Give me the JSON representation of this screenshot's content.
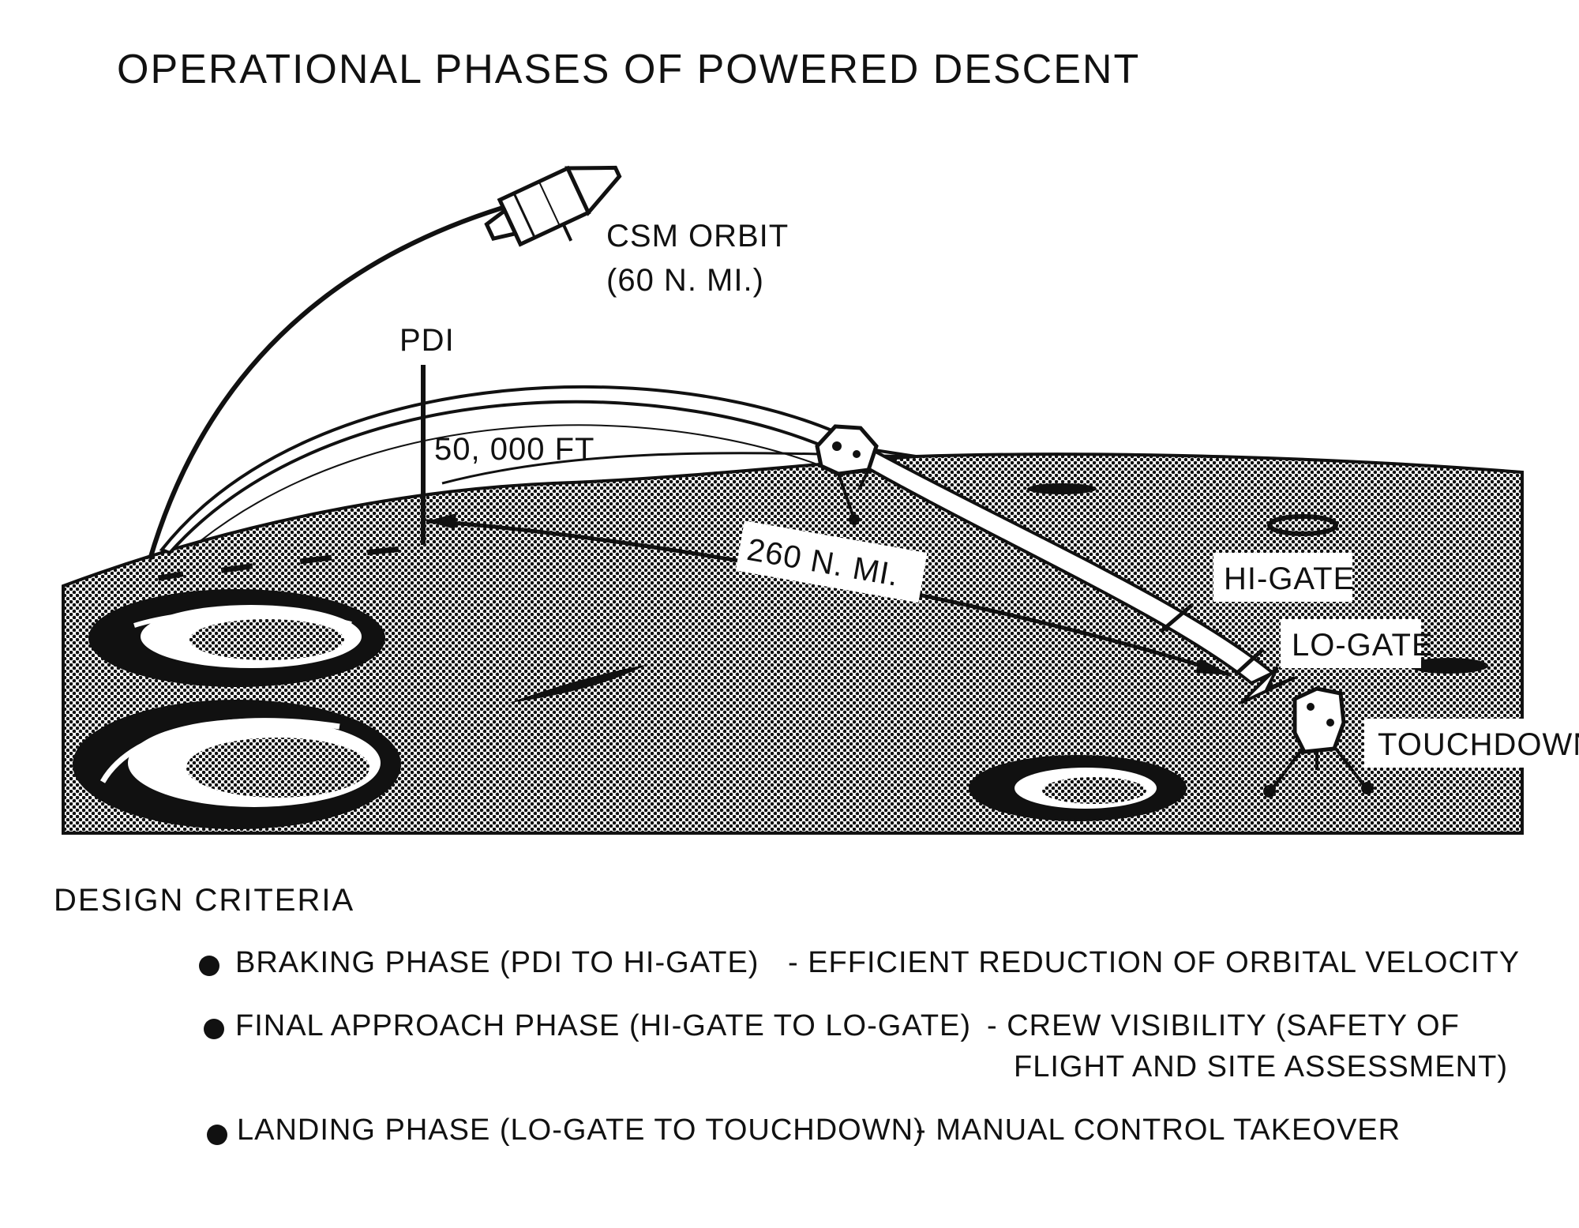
{
  "title": "OPERATIONAL PHASES OF POWERED DESCENT",
  "labels": {
    "csm_orbit_line1": "CSM ORBIT",
    "csm_orbit_line2": "(60 N. MI.)",
    "pdi": "PDI",
    "altitude": "50, 000 FT",
    "range": "260 N. MI.",
    "hi_gate": "HI-GATE",
    "lo_gate": "LO-GATE",
    "touchdown": "TOUCHDOWN"
  },
  "criteria": {
    "heading": "DESIGN CRITERIA",
    "items": [
      {
        "phase": "BRAKING PHASE (PDI TO HI-GATE)",
        "goal": "- EFFICIENT REDUCTION OF ORBITAL VELOCITY",
        "goal_cont": ""
      },
      {
        "phase": "FINAL APPROACH PHASE (HI-GATE TO LO-GATE)",
        "goal": "- CREW VISIBILITY (SAFETY OF",
        "goal_cont": "FLIGHT AND SITE ASSESSMENT)"
      },
      {
        "phase": "LANDING PHASE (LO-GATE TO TOUCHDOWN)",
        "goal": "- MANUAL CONTROL TAKEOVER",
        "goal_cont": ""
      }
    ]
  },
  "icons": [
    "command-service-module-icon",
    "lunar-module-icon",
    "lunar-lander-touchdown-icon"
  ],
  "colors": {
    "ink": "#111111",
    "paper": "#ffffff",
    "surface_halftone": "#8a8a8a"
  }
}
